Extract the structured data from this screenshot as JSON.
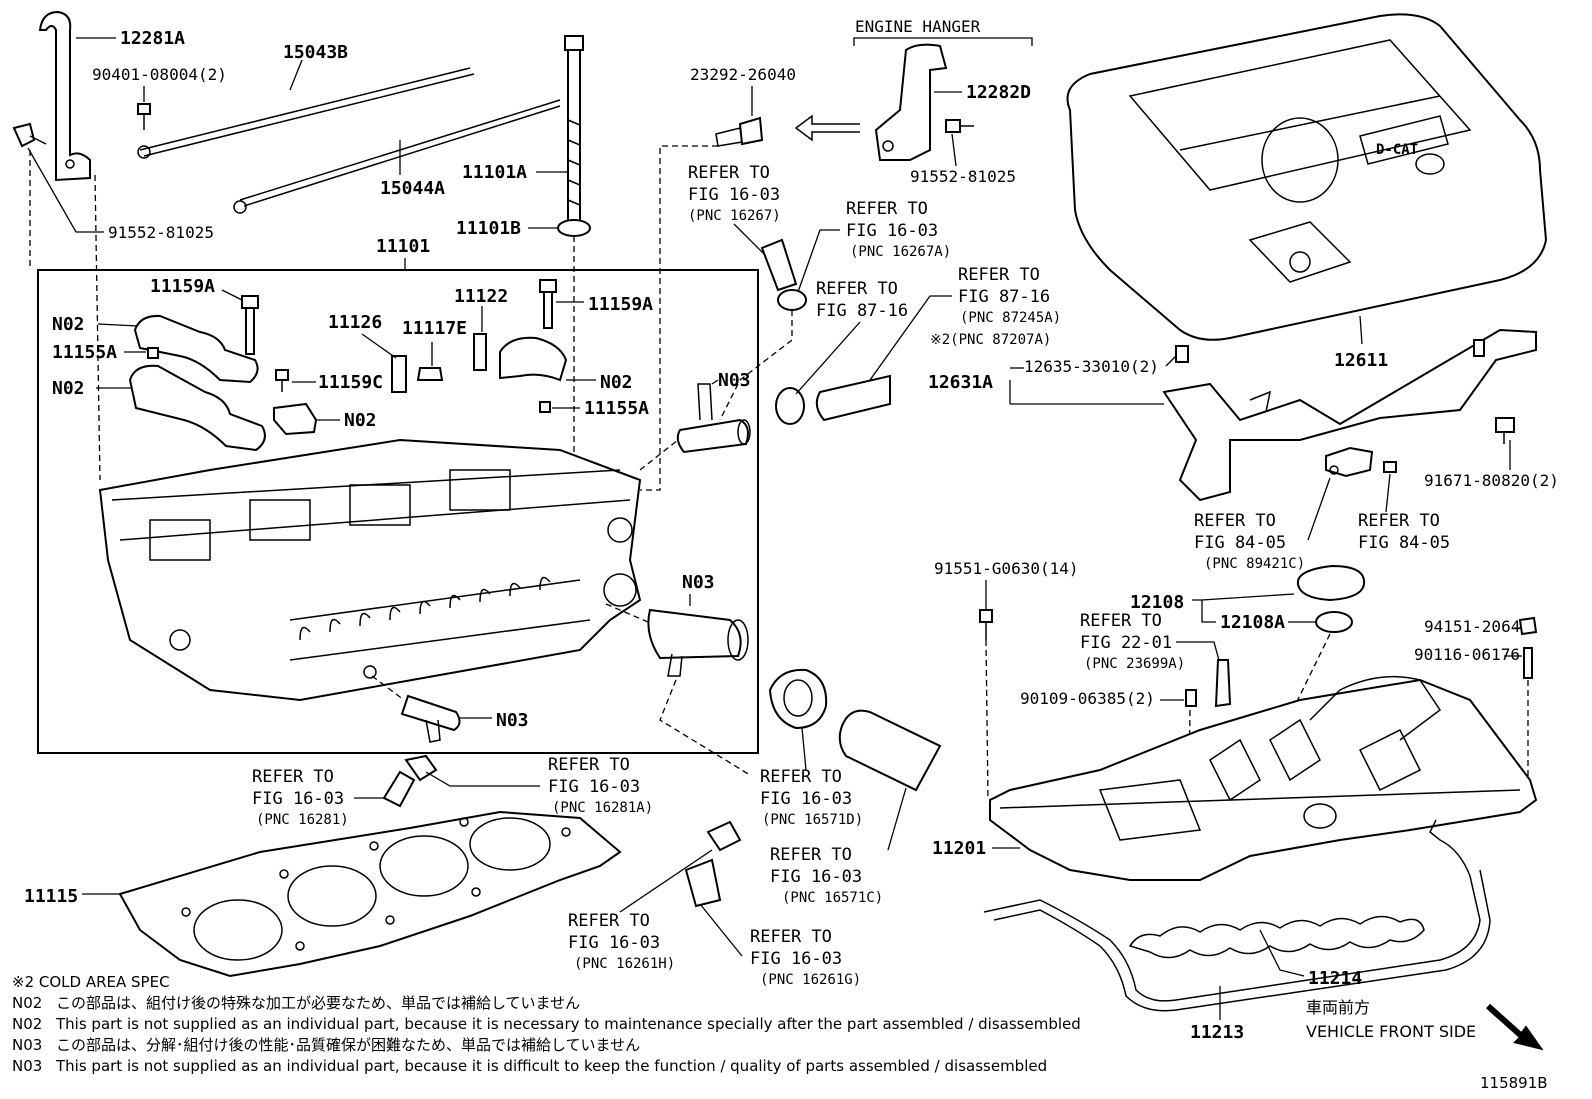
{
  "header": {
    "engine_hanger": "ENGINE HANGER"
  },
  "part_numbers": {
    "p12281A": "12281A",
    "p90401": "90401-08004(2)",
    "p15043B": "15043B",
    "p15044A": "15044A",
    "p11101A": "11101A",
    "p11101B": "11101B",
    "p91552_left": "91552-81025",
    "p11101": "11101",
    "p11159A_l": "11159A",
    "p11159A_r": "11159A",
    "p11159C": "11159C",
    "p11155A_l": "11155A",
    "p11155A_r": "11155A",
    "p11126": "11126",
    "p11117E": "11117E",
    "p11122": "11122",
    "pN02_1": "N02",
    "pN02_2": "N02",
    "pN02_3": "N02",
    "pN02_4": "N02",
    "pN03_1": "N03",
    "pN03_2": "N03",
    "pN03_3": "N03",
    "p23292": "23292-26040",
    "p12282D": "12282D",
    "p91552_right": "91552-81025",
    "p12611": "12611",
    "p12631A": "12631A",
    "p12635": "12635-33010(2)",
    "p91671": "91671-80820(2)",
    "p91551": "91551-G0630(14)",
    "p12108": "12108",
    "p12108A": "12108A",
    "p94151": "94151-20641",
    "p90116": "90116-06176",
    "p90109": "90109-06385(2)",
    "p11201": "11201",
    "p11214": "11214",
    "p11213": "11213",
    "p11115": "11115"
  },
  "refs": {
    "r16267": {
      "l1": "REFER TO",
      "l2": "FIG 16-03",
      "l3": "(PNC 16267)"
    },
    "r16267A": {
      "l1": "REFER TO",
      "l2": "FIG 16-03",
      "l3": "(PNC 16267A)"
    },
    "r8716": {
      "l1": "REFER TO",
      "l2": "FIG 87-16"
    },
    "r87245A": {
      "l1": "REFER TO",
      "l2": "FIG 87-16",
      "l3": "(PNC 87245A)",
      "l4": "※2(PNC 87207A)"
    },
    "r89421C": {
      "l1": "REFER TO",
      "l2": "FIG 84-05",
      "l3": "(PNC 89421C)"
    },
    "r8405": {
      "l1": "REFER TO",
      "l2": "FIG 84-05"
    },
    "r23699A": {
      "l1": "REFER TO",
      "l2": "FIG 22-01",
      "l3": "(PNC 23699A)"
    },
    "r16281": {
      "l1": "REFER TO",
      "l2": "FIG 16-03",
      "l3": "(PNC 16281)"
    },
    "r16281A": {
      "l1": "REFER TO",
      "l2": "FIG 16-03",
      "l3": "(PNC 16281A)"
    },
    "r16571D": {
      "l1": "REFER TO",
      "l2": "FIG 16-03",
      "l3": "(PNC 16571D)"
    },
    "r16571C": {
      "l1": "REFER TO",
      "l2": "FIG 16-03",
      "l3": "(PNC 16571C)"
    },
    "r16261H": {
      "l1": "REFER TO",
      "l2": "FIG 16-03",
      "l3": "(PNC 16261H)"
    },
    "r16261G": {
      "l1": "REFER TO",
      "l2": "FIG 16-03",
      "l3": "(PNC 16261G)"
    }
  },
  "cover_logo": "D-CAT",
  "notes": {
    "n0": "※2 COLD AREA SPEC",
    "n1_code": "N02",
    "n1_text": "この部品は、組付け後の特殊な加工が必要なため、単品では補給していません",
    "n2_code": "N02",
    "n2_text": "This part is not supplied as an individual part, because it is necessary to maintenance specially after the part assembled / disassembled",
    "n3_code": "N03",
    "n3_text": "この部品は、分解･組付け後の性能･品質確保が困難なため、単品では補給していません",
    "n4_code": "N03",
    "n4_text": "This part is not supplied as an individual part, because it is difficult to keep the function / quality of parts  assembled / disassembled"
  },
  "front_side": {
    "jp": "車両前方",
    "en": "VEHICLE FRONT SIDE"
  },
  "illustration_no": "115891B"
}
